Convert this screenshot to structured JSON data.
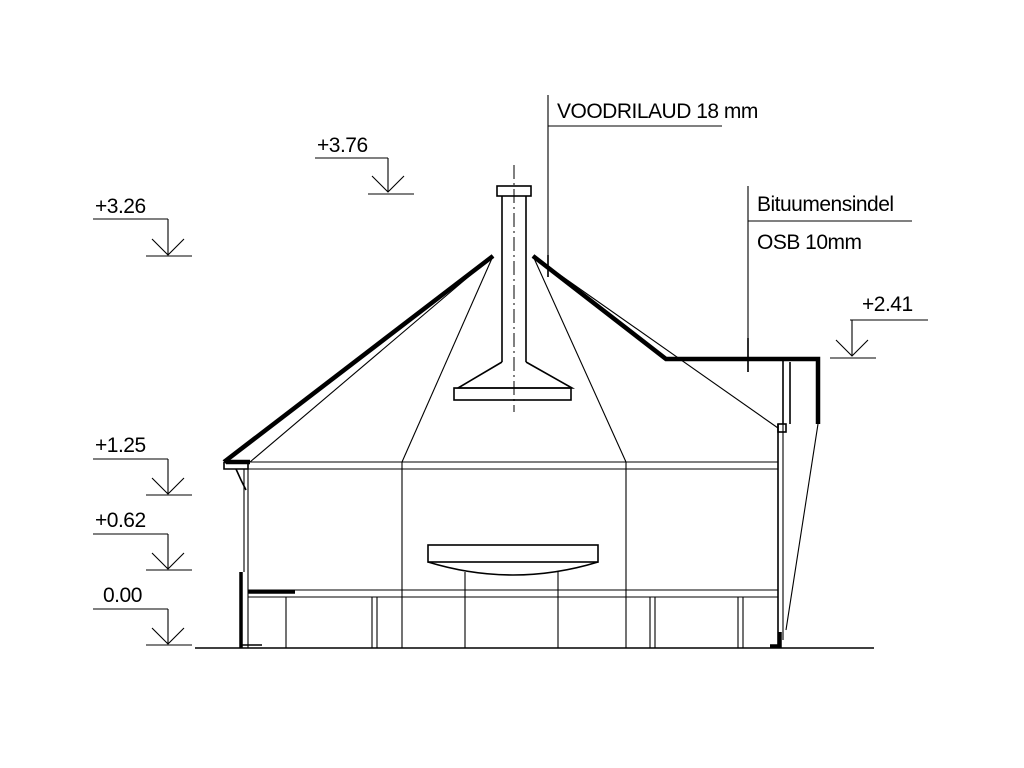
{
  "levels": {
    "l376": "+3.76",
    "l326": "+3.26",
    "l241": "+2.41",
    "l125": "+1.25",
    "l062": "+0.62",
    "l000": "0.00"
  },
  "callouts": {
    "roof_boarding": "VOODRILAUD 18 mm",
    "bitumen_shingle": "Bituumensindel",
    "osb": "OSB 10mm"
  }
}
